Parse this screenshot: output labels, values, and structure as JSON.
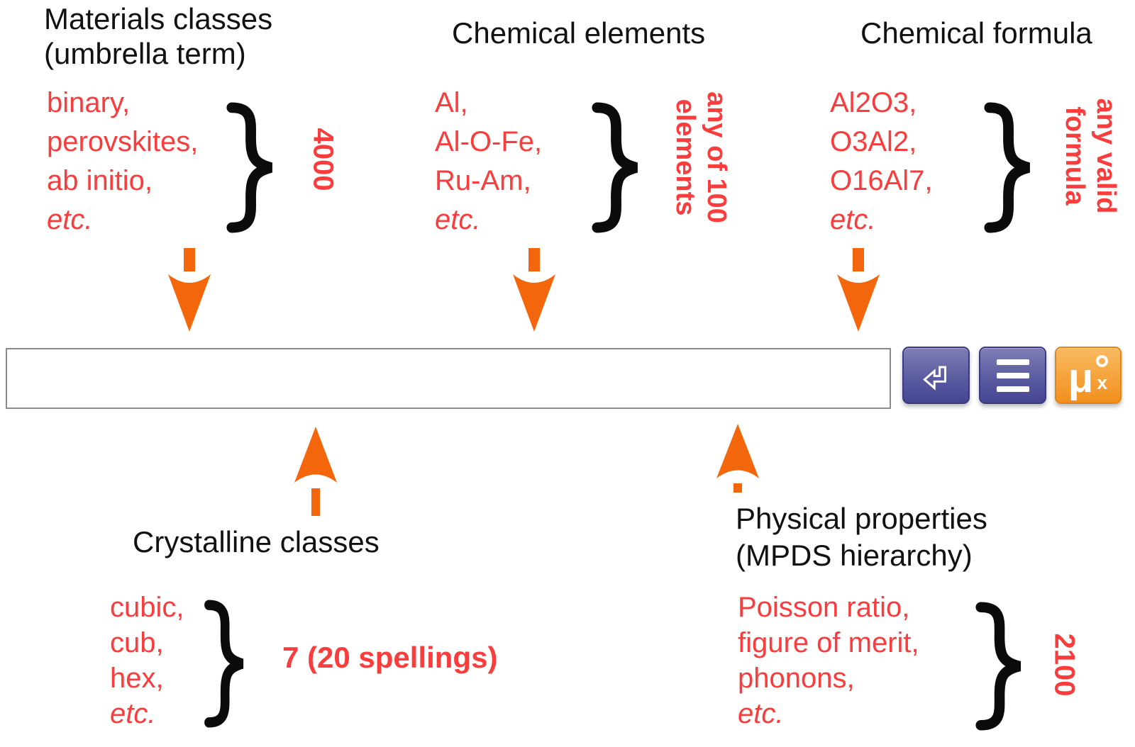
{
  "sections": {
    "materials_classes": {
      "heading": [
        "Materials classes",
        "(umbrella term)"
      ],
      "examples": [
        "binary,",
        "perovskites,",
        "ab initio,",
        "etc."
      ],
      "annotation": "4000"
    },
    "chemical_elements": {
      "heading": [
        "Chemical elements"
      ],
      "examples": [
        "Al,",
        "Al-O-Fe,",
        "Ru-Am,",
        "etc."
      ],
      "annotation": [
        "any of 100",
        "elements"
      ]
    },
    "chemical_formula": {
      "heading": [
        "Chemical formula"
      ],
      "examples": [
        "Al2O3,",
        "O3Al2,",
        "O16Al7,",
        "etc."
      ],
      "annotation": [
        "any valid",
        "formula"
      ]
    },
    "crystalline_classes": {
      "heading": [
        "Crystalline classes"
      ],
      "examples": [
        "cubic,",
        "cub,",
        "hex,",
        "etc."
      ],
      "annotation": "7 (20 spellings)"
    },
    "physical_properties": {
      "heading": [
        "Physical properties",
        "(MPDS hierarchy)"
      ],
      "examples": [
        "Poisson ratio,",
        "figure of merit,",
        "phonons,",
        "etc."
      ],
      "annotation": "2100"
    }
  },
  "search": {
    "value": ""
  },
  "toolbar": {
    "enter_button": {
      "icon": "return-arrow"
    },
    "menu_button": {
      "icon": "hamburger-menu"
    },
    "logo_button": {
      "icon": "mu-x-degree",
      "mu": "μ",
      "sub": "x",
      "degree": "°"
    }
  },
  "colors": {
    "heading_text": "#111111",
    "example_red": "#f93c3c",
    "arrow_orange": "#f4660c",
    "brace_black": "#0b0b0b",
    "button_purple": "#5d5da2",
    "button_orange": "#f5a033",
    "search_border": "#8a8a8a"
  }
}
